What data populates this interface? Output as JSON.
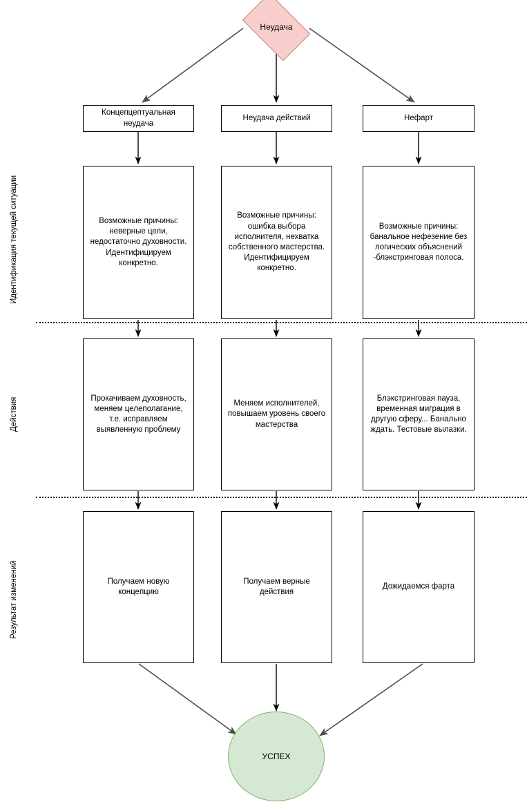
{
  "diagram": {
    "title": "Неудача",
    "root": {
      "label": "Неудача",
      "shape": "diamond",
      "fill": "#f8cecc",
      "stroke": "#b85450"
    },
    "success": {
      "label": "УСПЕХ",
      "shape": "circle",
      "fill": "#d5e8d4",
      "stroke": "#82b366"
    },
    "swimlanes": [
      {
        "label": "Идентификация текущей ситуации"
      },
      {
        "label": "Действия"
      },
      {
        "label": "Результат изменений"
      }
    ],
    "columns": [
      {
        "header": "Концепцептуальная неудача",
        "cause": "Возможные причины: неверные цели, недостаточно духовности. Идентифицируем конкретно.",
        "action": "Прокачиваем духовность, меняем целеполагание, т.е. исправляем выявленную проблему",
        "result": "Получаем новую концепцию"
      },
      {
        "header": "Неудача действий",
        "cause": "Возможные причины: ошибка выбора исполнителя, нехватка собственного мастерства. Идентифицируем конкретно.",
        "action": "Меняем исполнителей, повышаем уровень своего мастерства",
        "result": "Получаем верные действия"
      },
      {
        "header": "Нефарт",
        "cause": "Возможные причины: банальное нефезение без логических объяснений -блэкстринговая полоса.",
        "action": "Блэкстринговая пауза, временная миграция в другую сферу... Банально ждать. Тестовые вылазки.",
        "result": "Дожидаемся фарта"
      }
    ],
    "colors": {
      "edge": "#4d4d4d",
      "box_border": "#000000",
      "divider": "#000000",
      "background": "#ffffff"
    }
  }
}
